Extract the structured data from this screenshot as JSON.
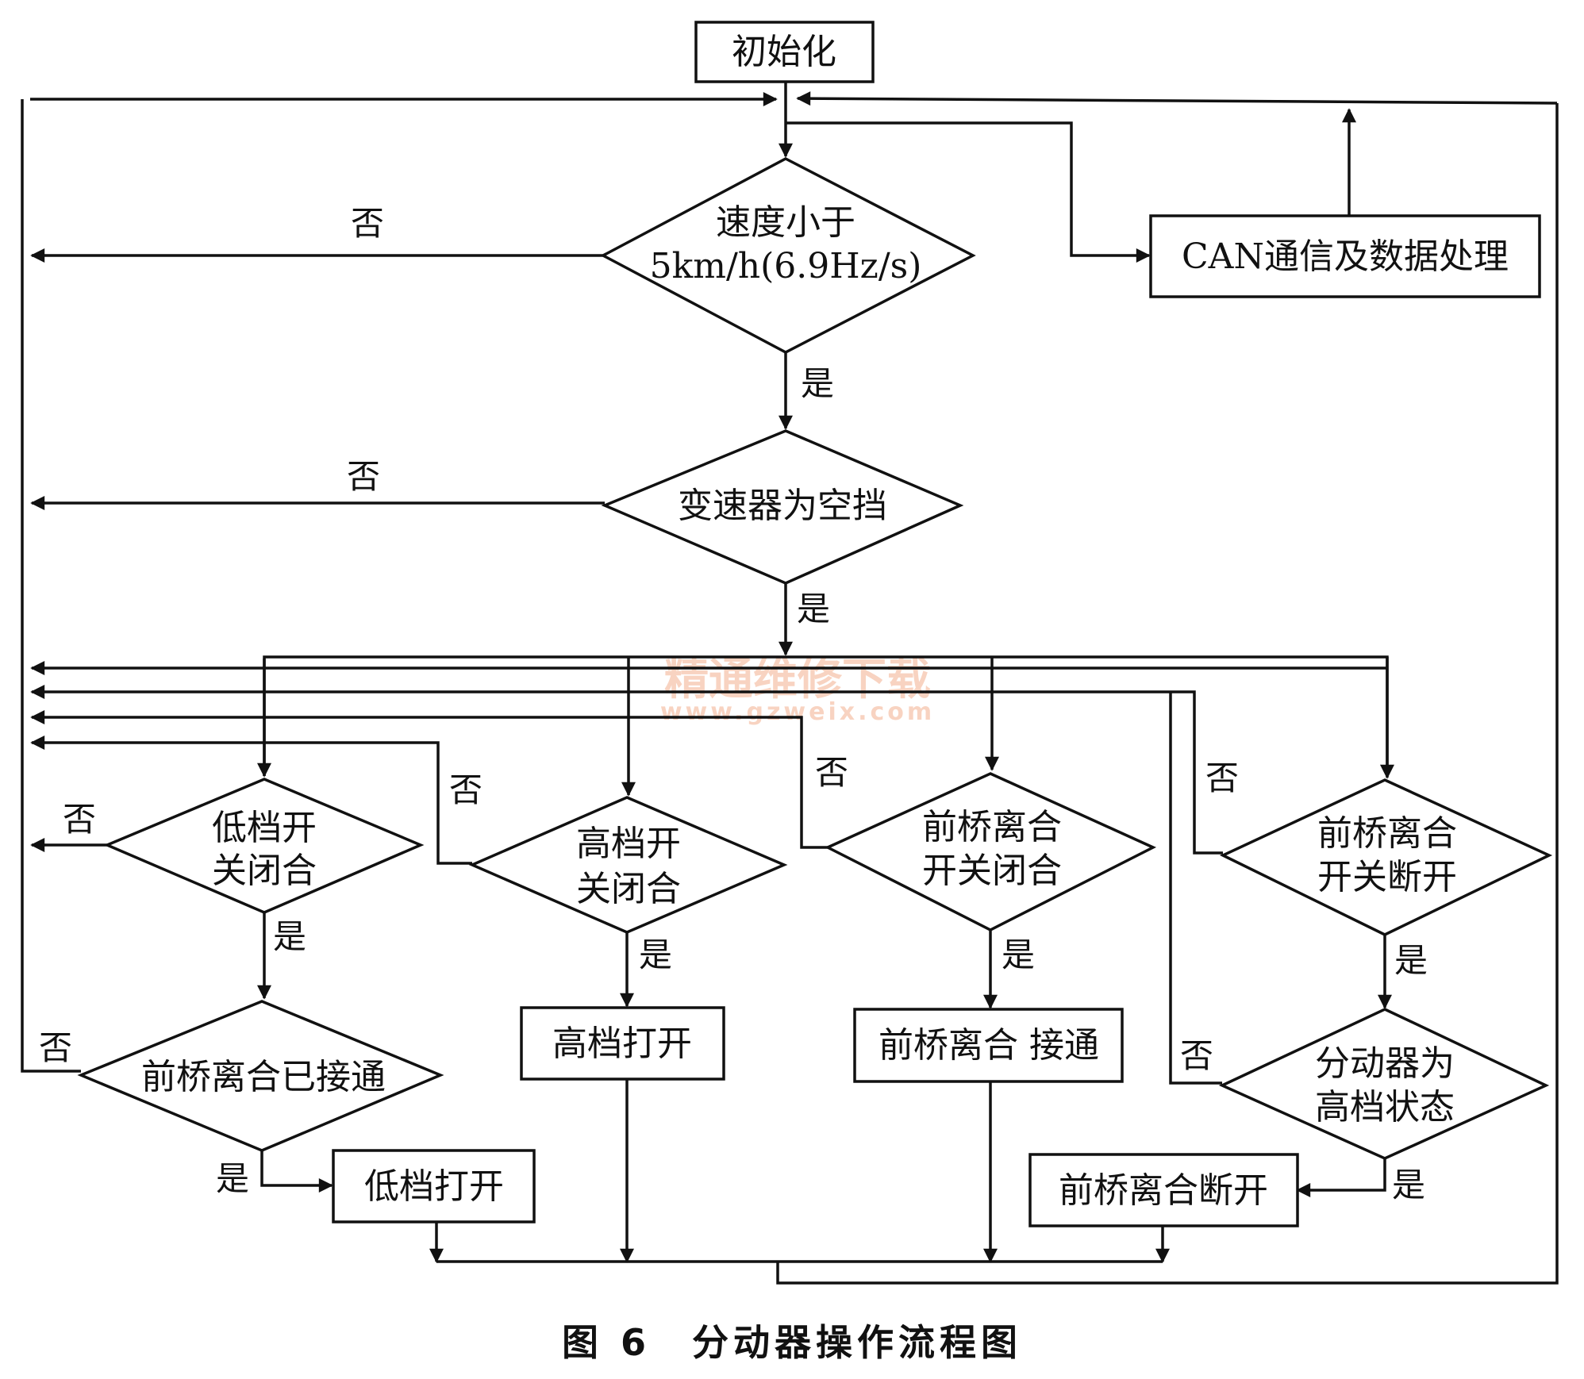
{
  "nodes": {
    "init": "初始化",
    "speed_check": [
      "速度小于",
      "5km/h(6.9Hz/s)"
    ],
    "can": "CAN通信及数据处理",
    "neutral_check": "变速器为空挡",
    "low_switch": [
      "低档开",
      "关闭合"
    ],
    "high_switch": [
      "高档开",
      "关闭合"
    ],
    "front_closed": [
      "前桥离合",
      "开关闭合"
    ],
    "front_open": [
      "前桥离合",
      "开关断开"
    ],
    "front_engaged_check": "前桥离合已接通",
    "high_open": "高档打开",
    "front_connect": "前桥离合 接通",
    "transfer_high_check": [
      "分动器为",
      "高档状态"
    ],
    "low_open": "低档打开",
    "front_disconnect": "前桥离合断开"
  },
  "edge_labels": {
    "yes": "是",
    "no": "否"
  },
  "watermark": {
    "main": "精通维修下载",
    "url": "www.gzweix.com"
  },
  "caption": "图 6　分动器操作流程图"
}
